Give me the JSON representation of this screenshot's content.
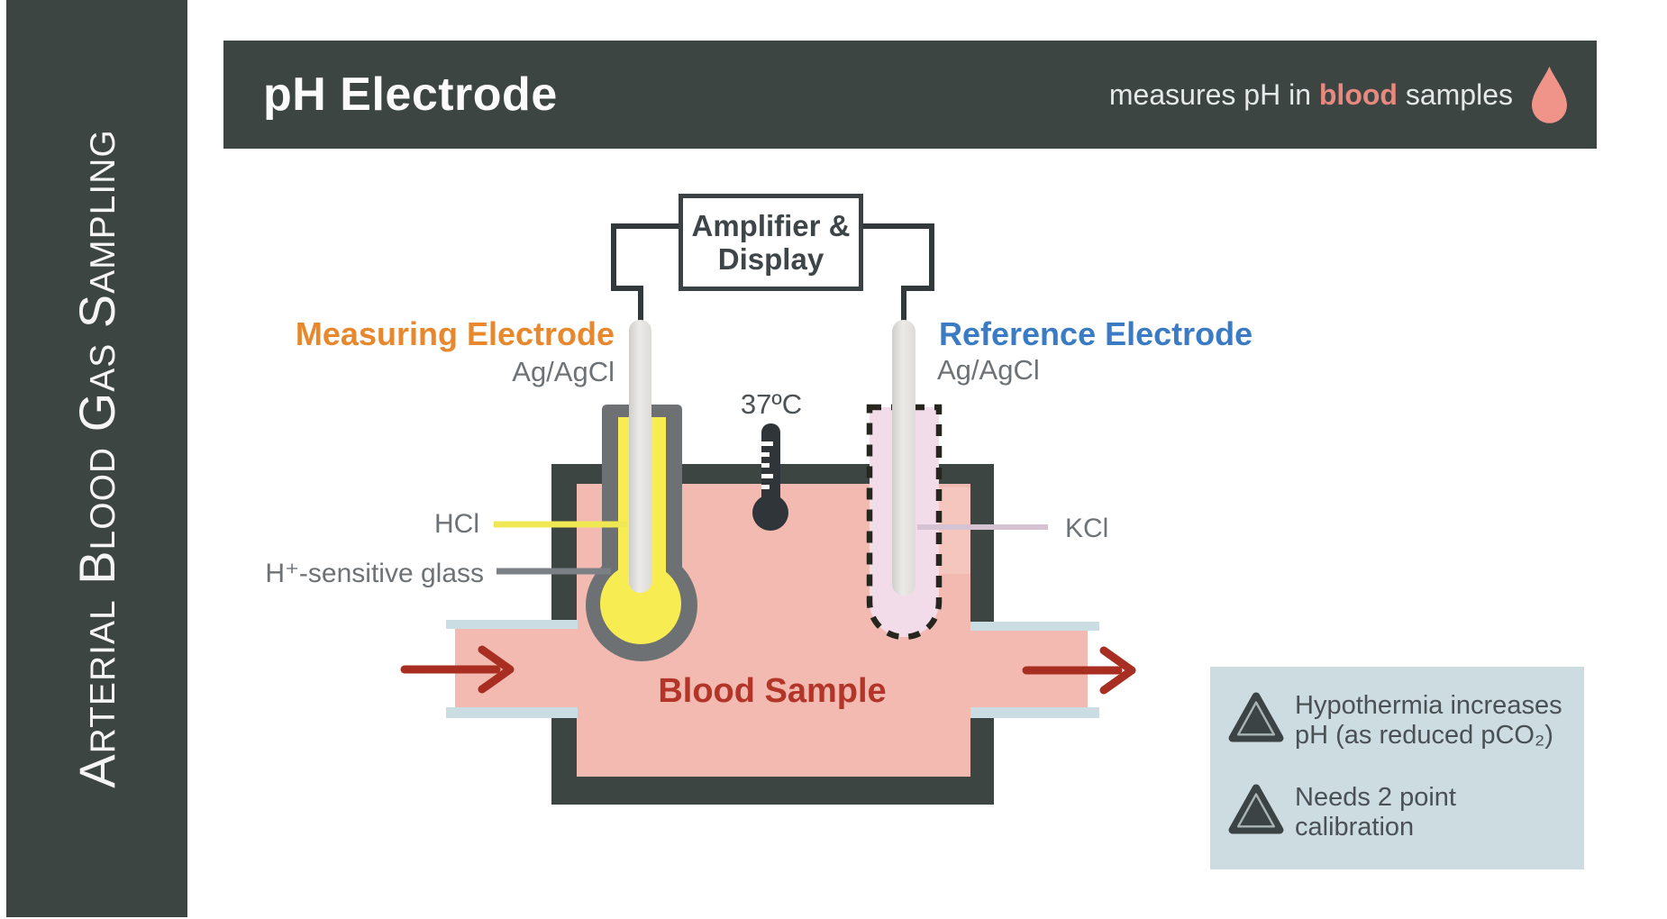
{
  "sidebar": {
    "title": "Arterial Blood Gas Sampling"
  },
  "header": {
    "title": "pH Electrode",
    "subtitle_prefix": "measures pH in ",
    "subtitle_highlight": "blood",
    "subtitle_suffix": " samples",
    "icon": "blood-drop"
  },
  "diagram": {
    "amplifier": {
      "line1": "Amplifier &",
      "line2": "Display"
    },
    "measuring_electrode": {
      "label": "Measuring Electrode",
      "material": "Ag/AgCl"
    },
    "reference_electrode": {
      "label": "Reference Electrode",
      "material": "Ag/AgCl"
    },
    "temperature": "37ºC",
    "labels": {
      "hcl": "HCl",
      "glass": "H⁺-sensitive glass",
      "kcl": "KCl"
    },
    "blood_sample": "Blood Sample"
  },
  "notes": {
    "items": [
      {
        "icon": "warning-triangle",
        "text": "Hypothermia increases pH (as reduced pCO₂)"
      },
      {
        "icon": "warning-triangle",
        "text": "Needs 2 point calibration"
      }
    ]
  },
  "colors": {
    "panel_dark": "#3d4543",
    "blood_pink": "#f3bab2",
    "pipe_blue": "#c9dde3",
    "electrode_yellow": "#f7ec51",
    "tube_gray": "#6d7173",
    "reference_fill": "#f2dcea",
    "arrow_red": "#a82e22",
    "blood_text_red": "#b33528",
    "measuring_orange": "#e8882e",
    "reference_blue": "#3a7bc4",
    "salmon": "#f0948a",
    "info_bg": "#ccdce1"
  }
}
